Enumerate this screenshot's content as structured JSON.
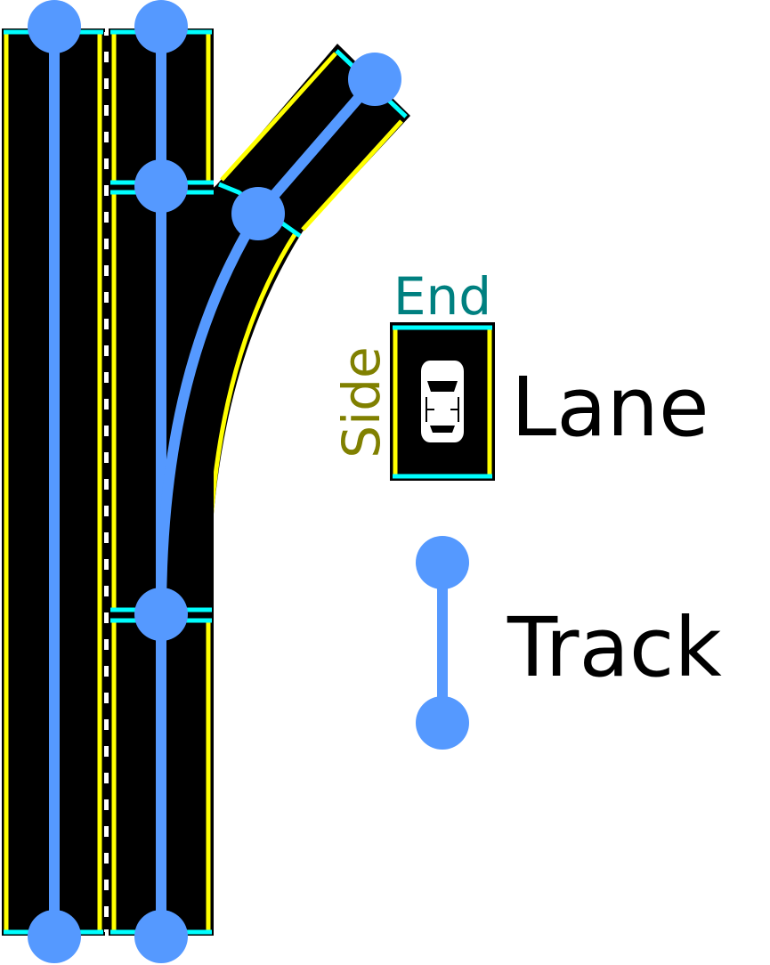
{
  "legend": {
    "end_label": "End",
    "side_label": "Side",
    "lane_label": "Lane",
    "track_label": "Track"
  },
  "colors": {
    "road": "#000000",
    "lane_side": "#ffff00",
    "lane_end": "#00ffff",
    "track": "#5599ff",
    "end_text": "#008080",
    "side_text": "#808000",
    "label_text": "#000000",
    "divider": "#ffffff"
  },
  "icons": {
    "car": "car-icon",
    "track_node": "track-node"
  }
}
